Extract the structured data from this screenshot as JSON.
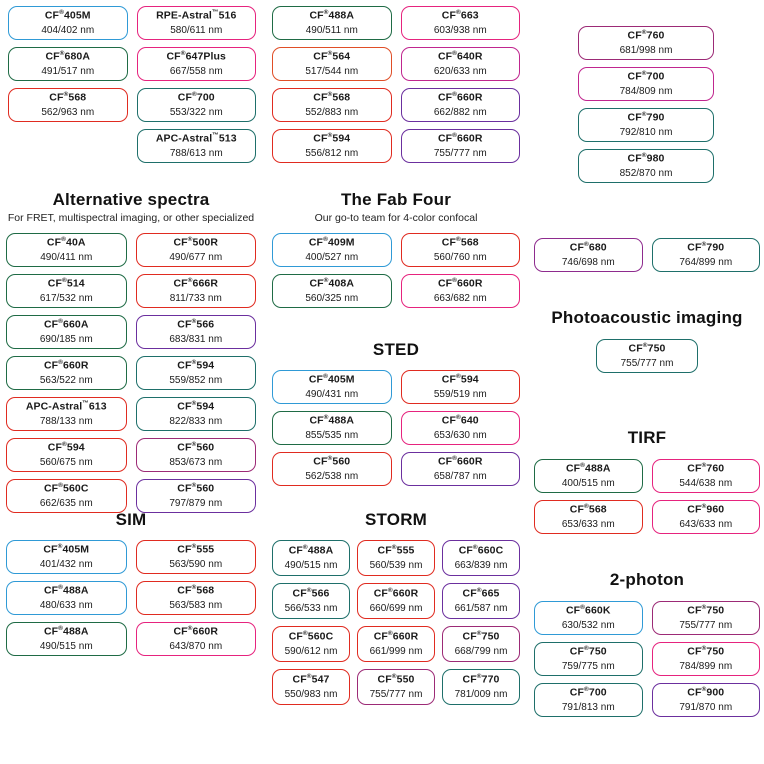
{
  "sections": [
    {
      "id": "top-left",
      "title": "",
      "subtitle": "",
      "columns": 2,
      "items": [
        {
          "name": "CF®405M",
          "wl": "404/402 nm",
          "color": "blue"
        },
        {
          "name": "RPE-Astral™516",
          "wl": "580/611 nm",
          "color": "pink"
        },
        {
          "name": "CF®680A",
          "wl": "491/517 nm",
          "color": "green"
        },
        {
          "name": "CF®647Plus",
          "wl": "667/558 nm",
          "color": "pink"
        },
        {
          "name": "CF®568",
          "wl": "562/963 nm",
          "color": "red"
        },
        {
          "name": "CF®700",
          "wl": "553/322 nm",
          "color": "teal"
        },
        {
          "name": "",
          "wl": "",
          "color": "none"
        },
        {
          "name": "APC-Astral™513",
          "wl": "788/613 nm",
          "color": "teal"
        }
      ]
    },
    {
      "id": "top-mid",
      "title": "",
      "subtitle": "",
      "columns": 2,
      "items": [
        {
          "name": "CF®488A",
          "wl": "490/511 nm",
          "color": "green"
        },
        {
          "name": "CF®663",
          "wl": "603/938 nm",
          "color": "pink"
        },
        {
          "name": "CF®564",
          "wl": "517/544 nm",
          "color": "orange"
        },
        {
          "name": "CF®640R",
          "wl": "620/633 nm",
          "color": "magenta"
        },
        {
          "name": "CF®568",
          "wl": "552/883 nm",
          "color": "red"
        },
        {
          "name": "CF®660R",
          "wl": "662/882 nm",
          "color": "violet"
        },
        {
          "name": "CF®594",
          "wl": "556/812 nm",
          "color": "red"
        },
        {
          "name": "CF®660R",
          "wl": "755/777 nm",
          "color": "violet"
        }
      ]
    },
    {
      "id": "top-right",
      "title": "",
      "subtitle": "",
      "columns": 1,
      "items": [
        {
          "name": "CF®760",
          "wl": "681/998 nm",
          "color": "plum"
        },
        {
          "name": "CF®700",
          "wl": "784/809 nm",
          "color": "magenta"
        },
        {
          "name": "CF®790",
          "wl": "792/810 nm",
          "color": "teal"
        },
        {
          "name": "CF®980",
          "wl": "852/870 nm",
          "color": "teal"
        }
      ]
    },
    {
      "id": "alternative-spectra",
      "title": "Alternative spectra",
      "subtitle": "For FRET, multispectral imaging, or other specialized",
      "columns": 2,
      "items": [
        {
          "name": "CF®40A",
          "wl": "490/411 nm",
          "color": "green"
        },
        {
          "name": "CF®500R",
          "wl": "490/677 nm",
          "color": "red"
        },
        {
          "name": "CF®514",
          "wl": "617/532 nm",
          "color": "green"
        },
        {
          "name": "CF®666R",
          "wl": "811/733 nm",
          "color": "red"
        },
        {
          "name": "CF®660A",
          "wl": "690/185 nm",
          "color": "green"
        },
        {
          "name": "CF®566",
          "wl": "683/831 nm",
          "color": "violet"
        },
        {
          "name": "CF®660R",
          "wl": "563/522 nm",
          "color": "green"
        },
        {
          "name": "CF®594",
          "wl": "559/852 nm",
          "color": "teal"
        },
        {
          "name": "APC-Astral™613",
          "wl": "788/133 nm",
          "color": "red"
        },
        {
          "name": "CF®594",
          "wl": "822/833 nm",
          "color": "teal"
        },
        {
          "name": "CF®594",
          "wl": "560/675 nm",
          "color": "red"
        },
        {
          "name": "CF®560",
          "wl": "853/673 nm",
          "color": "plum"
        },
        {
          "name": "CF®560C",
          "wl": "662/635 nm",
          "color": "red"
        },
        {
          "name": "CF®560",
          "wl": "797/879 nm",
          "color": "violet"
        }
      ]
    },
    {
      "id": "fab-four",
      "title": "The Fab Four",
      "subtitle": "Our go-to team for 4-color confocal",
      "columns": 2,
      "items": [
        {
          "name": "CF®409M",
          "wl": "400/527 nm",
          "color": "blue"
        },
        {
          "name": "CF®568",
          "wl": "560/760 nm",
          "color": "red"
        },
        {
          "name": "CF®408A",
          "wl": "560/325 nm",
          "color": "green"
        },
        {
          "name": "CF®660R",
          "wl": "663/682 nm",
          "color": "pink"
        }
      ]
    },
    {
      "id": "sted",
      "title": "STED",
      "subtitle": "",
      "columns": 2,
      "items": [
        {
          "name": "CF®405M",
          "wl": "490/431 nm",
          "color": "blue"
        },
        {
          "name": "CF®594",
          "wl": "559/519 nm",
          "color": "red"
        },
        {
          "name": "CF®488A",
          "wl": "855/535 nm",
          "color": "green"
        },
        {
          "name": "CF®640",
          "wl": "653/630 nm",
          "color": "pink"
        },
        {
          "name": "CF®560",
          "wl": "562/538 nm",
          "color": "red"
        },
        {
          "name": "CF®660R",
          "wl": "658/787 nm",
          "color": "violet"
        }
      ]
    },
    {
      "id": "sim",
      "title": "SIM",
      "subtitle": "",
      "columns": 2,
      "items": [
        {
          "name": "CF®405M",
          "wl": "401/432 nm",
          "color": "blue"
        },
        {
          "name": "CF®555",
          "wl": "563/590 nm",
          "color": "red"
        },
        {
          "name": "CF®488A",
          "wl": "480/633 nm",
          "color": "blue"
        },
        {
          "name": "CF®568",
          "wl": "563/583 nm",
          "color": "red"
        },
        {
          "name": "CF®488A",
          "wl": "490/515 nm",
          "color": "green"
        },
        {
          "name": "CF®660R",
          "wl": "643/870 nm",
          "color": "pink"
        }
      ]
    },
    {
      "id": "storm",
      "title": "STORM",
      "subtitle": "",
      "columns": 3,
      "items": [
        {
          "name": "CF®488A",
          "wl": "490/515 nm",
          "color": "teal"
        },
        {
          "name": "CF®555",
          "wl": "560/539 nm",
          "color": "red"
        },
        {
          "name": "CF®660C",
          "wl": "663/839 nm",
          "color": "violet"
        },
        {
          "name": "CF®566",
          "wl": "566/533 nm",
          "color": "teal"
        },
        {
          "name": "CF®660R",
          "wl": "660/699 nm",
          "color": "red"
        },
        {
          "name": "CF®665",
          "wl": "661/587 nm",
          "color": "violet"
        },
        {
          "name": "CF®560C",
          "wl": "590/612 nm",
          "color": "red"
        },
        {
          "name": "CF®660R",
          "wl": "661/999 nm",
          "color": "red"
        },
        {
          "name": "CF®750",
          "wl": "668/799 nm",
          "color": "plum"
        },
        {
          "name": "CF®547",
          "wl": "550/983 nm",
          "color": "red"
        },
        {
          "name": "CF®550",
          "wl": "755/777 nm",
          "color": "plum"
        },
        {
          "name": "CF®770",
          "wl": "781/009 nm",
          "color": "teal"
        }
      ]
    },
    {
      "id": "right-pair",
      "title": "",
      "subtitle": "",
      "columns": 2,
      "items": [
        {
          "name": "CF®680",
          "wl": "746/698 nm",
          "color": "purple"
        },
        {
          "name": "CF®790",
          "wl": "764/899 nm",
          "color": "teal"
        }
      ]
    },
    {
      "id": "photoacoustic",
      "title": "Photoacoustic imaging",
      "subtitle": "",
      "columns": 1,
      "items": [
        {
          "name": "CF®750",
          "wl": "755/777 nm",
          "color": "teal"
        }
      ]
    },
    {
      "id": "tirf",
      "title": "TIRF",
      "subtitle": "",
      "columns": 2,
      "items": [
        {
          "name": "CF®488A",
          "wl": "400/515 nm",
          "color": "green"
        },
        {
          "name": "CF®760",
          "wl": "544/638 nm",
          "color": "pink"
        },
        {
          "name": "CF®568",
          "wl": "653/633 nm",
          "color": "red"
        },
        {
          "name": "CF®960",
          "wl": "643/633 nm",
          "color": "pink"
        }
      ]
    },
    {
      "id": "two-photon",
      "title": "2-photon",
      "subtitle": "",
      "columns": 2,
      "items": [
        {
          "name": "CF®660K",
          "wl": "630/532 nm",
          "color": "blue"
        },
        {
          "name": "CF®750",
          "wl": "755/777 nm",
          "color": "plum"
        },
        {
          "name": "CF®750",
          "wl": "759/775 nm",
          "color": "teal"
        },
        {
          "name": "CF®750",
          "wl": "784/899 nm",
          "color": "pink"
        },
        {
          "name": "CF®700",
          "wl": "791/813 nm",
          "color": "teal"
        },
        {
          "name": "CF®900",
          "wl": "791/870 nm",
          "color": "violet"
        }
      ]
    }
  ],
  "colors": {
    "blue": "#2f9ad6",
    "green": "#1f6b45",
    "red": "#e02b20",
    "pink": "#e6237e",
    "teal": "#1e6f6a",
    "purple": "#8e2b8e",
    "violet": "#6b2f9e",
    "orange": "#e04e27",
    "magenta": "#c0268f",
    "plum": "#9c2a76"
  }
}
